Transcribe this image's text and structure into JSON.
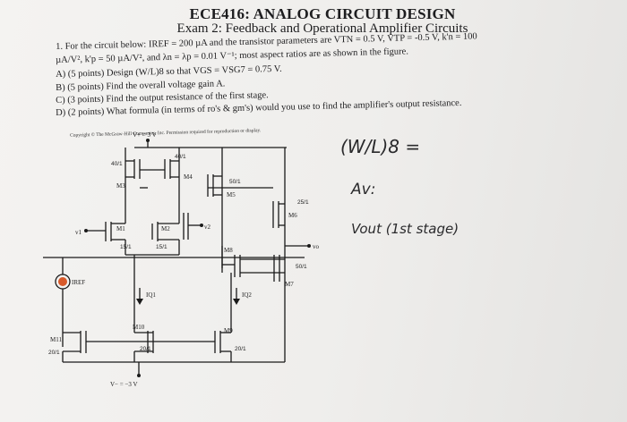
{
  "header": {
    "course_title": "ECE416: ANALOG CIRCUIT DESIGN",
    "exam_title": "Exam 2: Feedback and Operational Amplifier Circuits"
  },
  "problem": {
    "line1": "1. For the circuit below: IREF = 200 µA and the transistor parameters are VTN = 0.5 V, VTP = -0.5 V, k'n = 100",
    "line2": "µA/V², k'p = 50 µA/V², and λn = λp = 0.01 V⁻¹; most aspect ratios are as shown in the figure.",
    "part_a": "A) (5 points) Design (W/L)8 so that VGS = VSG7 = 0.75 V.",
    "part_b": "B) (5 points) Find the overall voltage gain A.",
    "part_c": "C) (3 points) Find the output resistance of the first stage.",
    "part_d": "D) (2 points) What formula (in terms of ro's & gm's) would you use to find the amplifier's output resistance."
  },
  "figure": {
    "copyright": "Copyright © The McGraw-Hill Companies, Inc. Permission required for reproduction or display.",
    "vdd": "V+ = 3 V",
    "vss": "V− = −3 V",
    "labels": {
      "m1": "M1",
      "m2": "M2",
      "m3": "M3",
      "m4": "M4",
      "m5": "M5",
      "m6": "M6",
      "m7": "M7",
      "m8": "M8",
      "m9": "M9",
      "m10": "M10",
      "m11": "M11",
      "iref": "IREF",
      "iq1": "IQ1",
      "iq2": "IQ2",
      "vin1": "v1",
      "vin2": "v2",
      "vo": "vo"
    },
    "sizes": {
      "m3": "40/1",
      "m4": "40/1",
      "m1": "15/1",
      "m2": "15/1",
      "m5": "50/1",
      "m6": "25/1",
      "m7": "50/1",
      "m11": "20/1",
      "m10": "20/1",
      "m9": "20/1"
    }
  },
  "handwritten": {
    "answer_a": "(W/L)8 =",
    "answer_b": "Av:",
    "answer_c": "Vout (1st stage)"
  }
}
